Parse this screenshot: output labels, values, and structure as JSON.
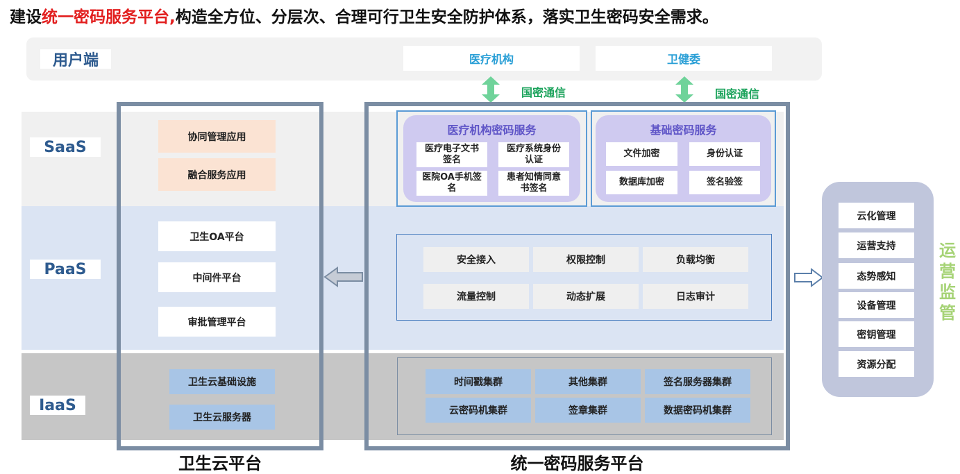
{
  "headline": {
    "prefix": "建设",
    "highlight": "统一密码服务平台,",
    "suffix": "构造全方位、分层次、合理可行卫生安全防护体系，落实卫生密码安全需求。"
  },
  "user_layer": {
    "label": "用户端",
    "clients": [
      "医疗机构",
      "卫健委"
    ],
    "link_label": "国密通信"
  },
  "layers": {
    "saas": "SaaS",
    "paas": "PaaS",
    "iaas": "IaaS"
  },
  "cloud_platform": {
    "title": "卫生云平台",
    "saas": [
      "协同管理应用",
      "融合服务应用"
    ],
    "paas": [
      "卫生OA平台",
      "中间件平台",
      "审批管理平台"
    ],
    "iaas": [
      "卫生云基础设施",
      "卫生云服务器"
    ]
  },
  "crypto_platform": {
    "title": "统一密码服务平台",
    "saas_groups": [
      {
        "title": "医疗机构密码服务",
        "items": [
          "医疗电子文书签名",
          "医疗系统身份认证",
          "医院OA手机签名",
          "患者知情同意书签名"
        ]
      },
      {
        "title": "基础密码服务",
        "items": [
          "文件加密",
          "身份认证",
          "数据库加密",
          "签名验签"
        ]
      }
    ],
    "paas": [
      "安全接入",
      "权限控制",
      "负载均衡",
      "流量控制",
      "动态扩展",
      "日志审计"
    ],
    "iaas": [
      "时间戳集群",
      "其他集群",
      "签名服务器集群",
      "云密码机集群",
      "签章集群",
      "数据密码机集群"
    ]
  },
  "ops": {
    "title": "运营监管",
    "items": [
      "云化管理",
      "运营支持",
      "态势感知",
      "设备管理",
      "密钥管理",
      "资源分配"
    ]
  },
  "colors": {
    "highlight_red": "#e21e1e",
    "arrow_green": "#6fd39a",
    "label_green": "#1ca35c",
    "frame_gray": "#7b8da3",
    "service_purple": "#cfcaf0",
    "ops_green": "#a6d376"
  }
}
